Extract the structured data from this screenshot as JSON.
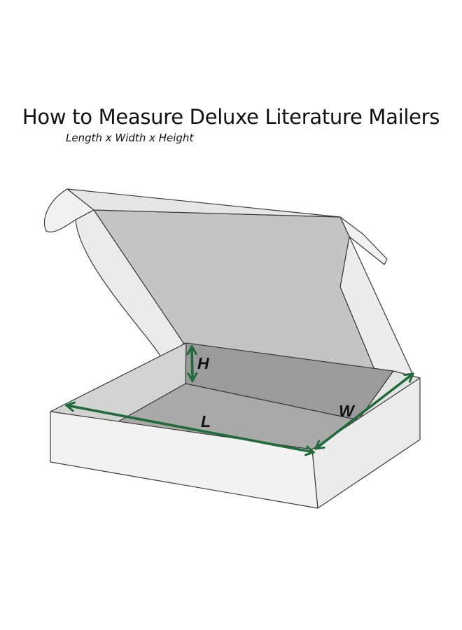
{
  "header": {
    "title": "How to Measure Deluxe Literature Mailers",
    "subtitle": "Length x Width x Height"
  },
  "dimensions": {
    "height_label": "H",
    "length_label": "L",
    "width_label": "W"
  },
  "colors": {
    "arrow": "#1f6b3a",
    "outline": "#3a3a3a",
    "box_front": "#f2f2f2",
    "box_side": "#ebebeb",
    "lid_inside": "#c4c4c4",
    "box_floor": "#a9a9a9",
    "box_back_wall": "#9b9b9b",
    "box_left_wall": "#d3d3d3"
  }
}
